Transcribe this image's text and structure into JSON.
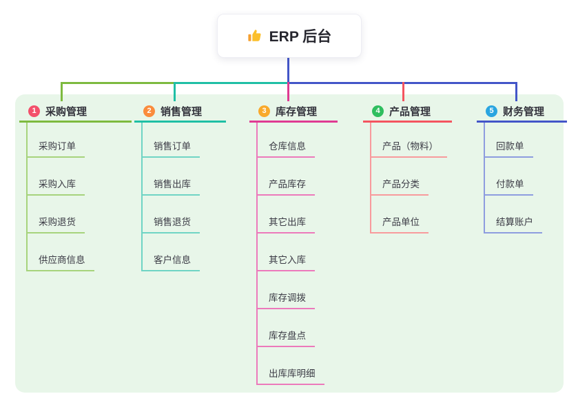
{
  "root": {
    "label": "ERP 后台",
    "icon": "thumbs-up-icon",
    "line_color": "#4355c8"
  },
  "canvas": {
    "background": "#ffffff",
    "panel_background": "#e8f6e9",
    "header_text_color": "#33333c",
    "child_text_color": "#3b3b45"
  },
  "branches": [
    {
      "number": "1",
      "label": "采购管理",
      "badge_color": "#f3506b",
      "line_color": "#7dba3f",
      "line_color_light": "#a6d37c",
      "children": [
        "采购订单",
        "采购入库",
        "采购退货",
        "供应商信息"
      ]
    },
    {
      "number": "2",
      "label": "销售管理",
      "badge_color": "#fa8c3c",
      "line_color": "#1fbfa5",
      "line_color_light": "#6fd4c4",
      "children": [
        "销售订单",
        "销售出库",
        "销售退货",
        "客户信息"
      ]
    },
    {
      "number": "3",
      "label": "库存管理",
      "badge_color": "#f9a92b",
      "line_color": "#df3a92",
      "line_color_light": "#ec79bb",
      "children": [
        "仓库信息",
        "产品库存",
        "其它出库",
        "其它入库",
        "库存调拨",
        "库存盘点",
        "出库库明细"
      ]
    },
    {
      "number": "4",
      "label": "产品管理",
      "badge_color": "#2fbe5f",
      "line_color": "#f4545f",
      "line_color_light": "#f89a9c",
      "children": [
        "产品（物料）",
        "产品分类",
        "产品单位"
      ]
    },
    {
      "number": "5",
      "label": "财务管理",
      "badge_color": "#2aa5e0",
      "line_color": "#4355c8",
      "line_color_light": "#8d9cdf",
      "children": [
        "回款单",
        "付款单",
        "结算账户"
      ]
    }
  ]
}
